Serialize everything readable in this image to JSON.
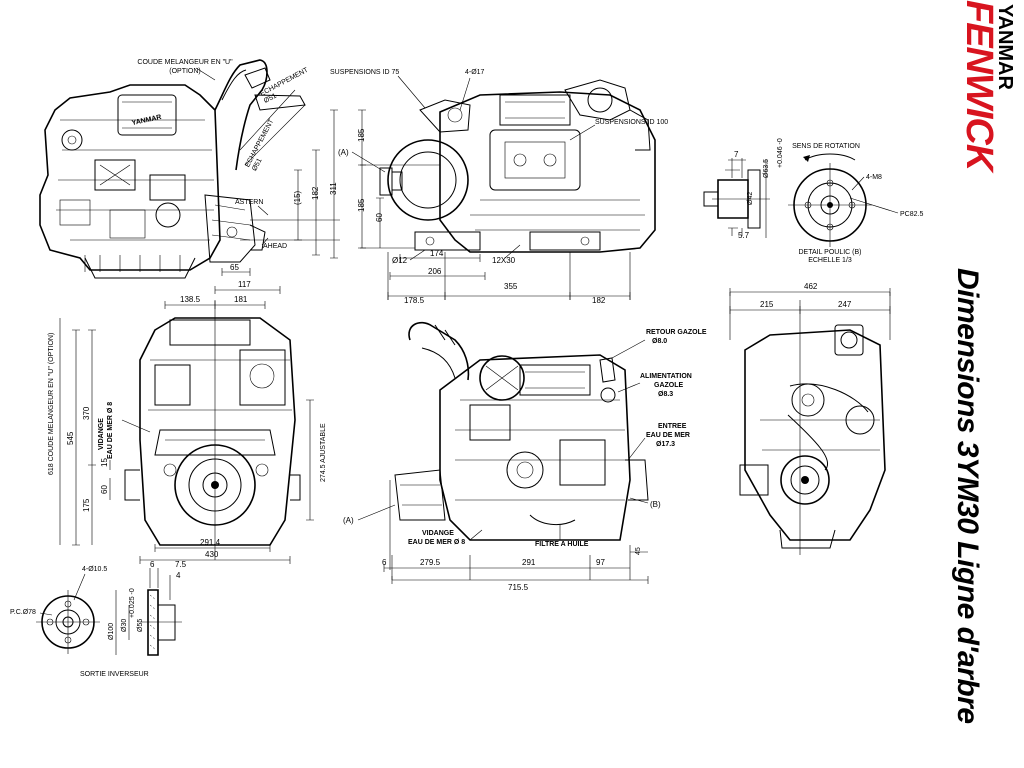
{
  "page": {
    "title": "Dimensions 3YM30 Ligne d'arbre"
  },
  "brand": {
    "maker": "YANMAR",
    "dealer": "FENWICK",
    "accent_color": "#d8141f"
  },
  "engine_label": "YANMAR",
  "views": {
    "top_left": {
      "labels": {
        "coude": "COUDE MELANGEUR EN \"U\"",
        "option": "(OPTION)",
        "echappement1": "ECHAPPEMENT",
        "echappement1_dia": "Ø51",
        "echappement2": "ECHAPPEMENT",
        "echappement2_dia": "Ø51",
        "astern": "ASTERN",
        "ahead": "AHEAD"
      },
      "dims": {
        "d65": "65",
        "d117": "117",
        "d15": "(15)",
        "d182": "182",
        "d311": "311"
      }
    },
    "top_middle": {
      "labels": {
        "susp75": "SUSPENSIONS ID 75",
        "susp100": "SUSPENSIONS ID 100",
        "holes": "4-Ø17",
        "a": "(A)",
        "d12": "Ø12",
        "x12": "12X30"
      },
      "dims": {
        "d185a": "185",
        "d185b": "185",
        "d60": "60",
        "d174": "174",
        "d206": "206",
        "d178": "178.5",
        "d355": "355",
        "d182": "182"
      }
    },
    "top_right": {
      "labels": {
        "sens": "SENS DE ROTATION",
        "m8": "4-M8",
        "pc": "PC82.5",
        "detail": "DETAIL POULIC (B)",
        "echelle": "ECHELLE 1/3",
        "dia": "Ø63.5",
        "tol": "+0.046 -0",
        "d42": "Ø42"
      },
      "dims": {
        "d7": "7",
        "d57": "5.7"
      }
    },
    "mid_left": {
      "labels": {
        "coude_side": "618  COUDE MELANGEUR EN \"U\" (OPTION)",
        "vidange": "VIDANGE",
        "eau": "EAU DE MER Ø 8",
        "ajustable": "274.5 AJUSTABLE"
      },
      "dims": {
        "d138": "138.5",
        "d181": "181",
        "d545": "545",
        "d370": "370",
        "d15": "15",
        "d60": "60",
        "d175": "175",
        "d291": "291.4",
        "d430": "430"
      }
    },
    "mid_middle": {
      "labels": {
        "retour": "RETOUR GAZOLE",
        "retour_dia": "Ø8.0",
        "alim1": "ALIMENTATION",
        "alim2": "GAZOLE",
        "alim_dia": "Ø8.3",
        "entree1": "ENTREE",
        "entree2": "EAU DE MER",
        "entree_dia": "Ø17.3",
        "b": "(B)",
        "a": "(A)",
        "vidange": "VIDANGE",
        "eau": "EAU DE MER Ø 8",
        "filtre": "FILTRE A HUILE"
      },
      "dims": {
        "d6": "6",
        "d279": "279.5",
        "d291": "291",
        "d97": "97",
        "d45": "45",
        "d715": "715.5"
      }
    },
    "mid_right": {
      "dims": {
        "d462": "462",
        "d215": "215",
        "d247": "247"
      }
    },
    "bottom_left": {
      "labels": {
        "holes": "4-Ø10.5",
        "pc": "P.C.Ø78",
        "sortie": "SORTIE INVERSEUR",
        "d100": "Ø100",
        "d30": "Ø30",
        "tol": "+0.025 -0",
        "d55": "Ø55"
      },
      "dims": {
        "d6": "6",
        "d75": "7.5",
        "d4": "4"
      }
    }
  }
}
